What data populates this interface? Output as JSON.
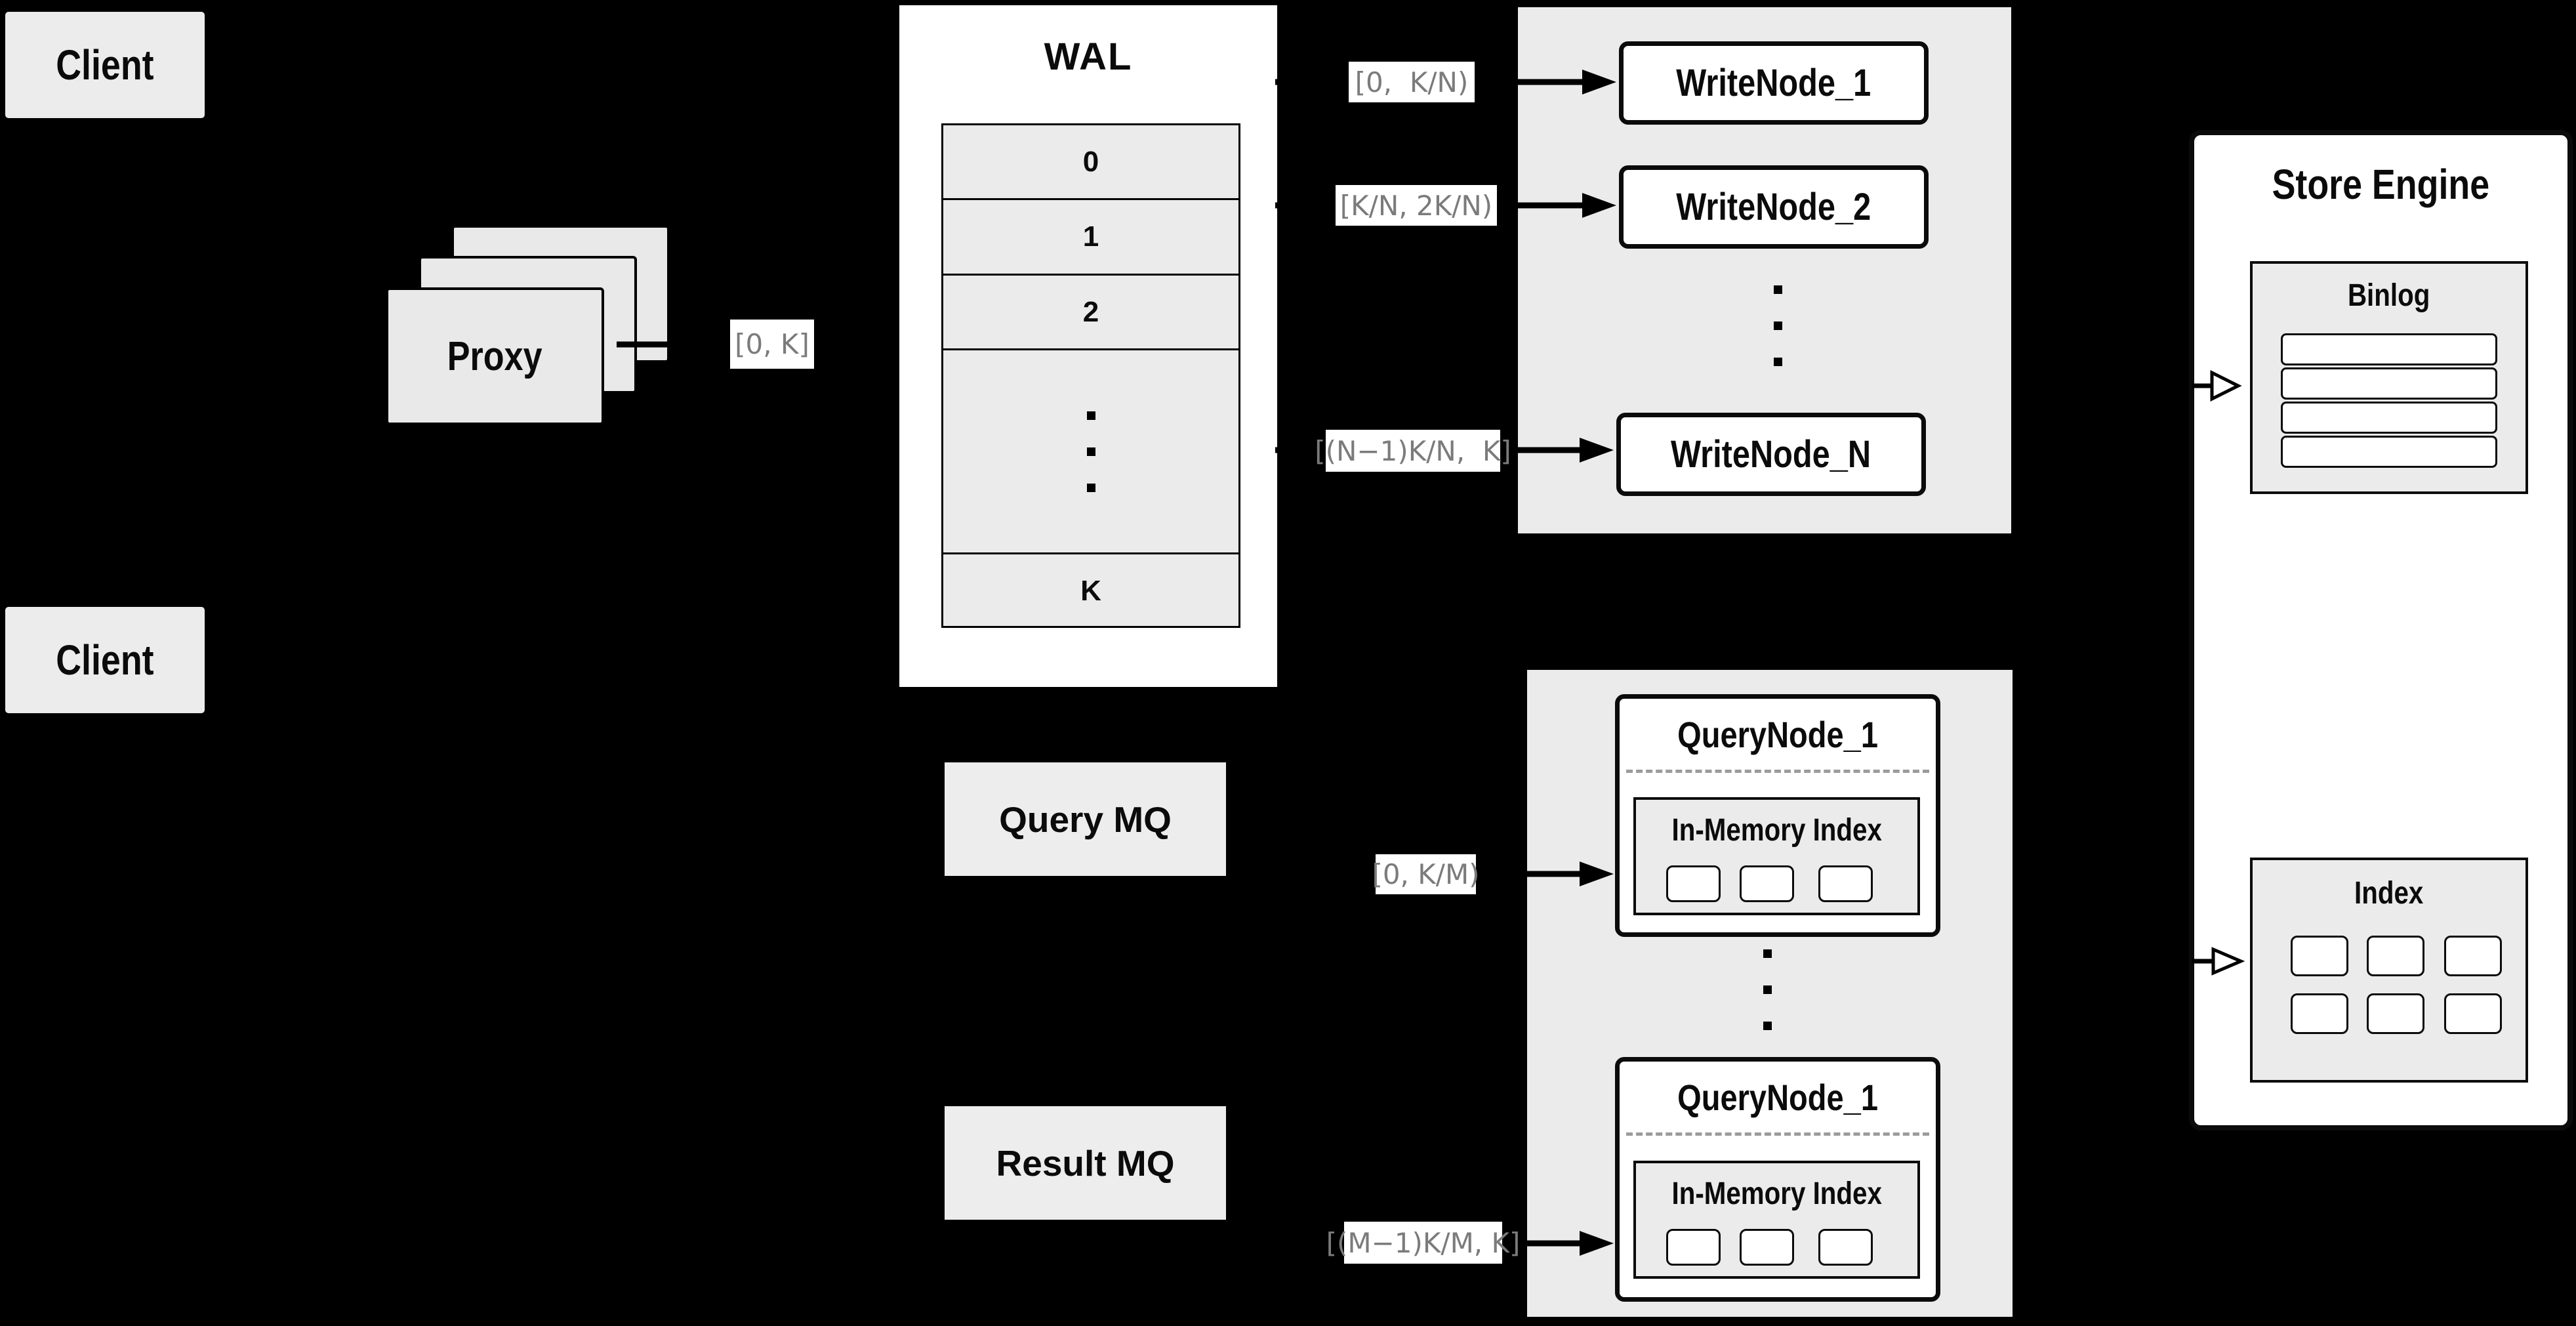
{
  "colors": {
    "background": "#000000",
    "panel_gray": "#ebebeb",
    "box_white": "#ffffff",
    "line_black": "#000000",
    "label_text_gray": "#7b7b7b",
    "dash_gray": "#9c9c9c"
  },
  "clients": {
    "top": "Client",
    "bottom": "Client"
  },
  "proxy": {
    "label": "Proxy"
  },
  "wal": {
    "title": "WAL",
    "slots": [
      "0",
      "1",
      "2",
      "K"
    ]
  },
  "flow_labels": {
    "proxy_to_wal": "[0, K]",
    "wal_to_write_1": "[0,  K/N)",
    "wal_to_write_2": "[K/N, 2K/N)",
    "wal_to_write_n": "[(N−1)K/N,  K]",
    "mq_to_query_1": "[0, K/M)",
    "mq_to_query_m": "[(M−1)K/M, K]"
  },
  "write_nodes": {
    "node_1": "WriteNode_1",
    "node_2": "WriteNode_2",
    "node_n": "WriteNode_N"
  },
  "message_queues": {
    "query": "Query MQ",
    "result": "Result MQ"
  },
  "query_nodes": {
    "top": {
      "title": "QueryNode_1",
      "index_title": "In-Memory Index"
    },
    "bottom": {
      "title": "QueryNode_1",
      "index_title": "In-Memory Index"
    }
  },
  "store_engine": {
    "title": "Store Engine",
    "binlog_title": "Binlog",
    "index_title": "Index"
  }
}
